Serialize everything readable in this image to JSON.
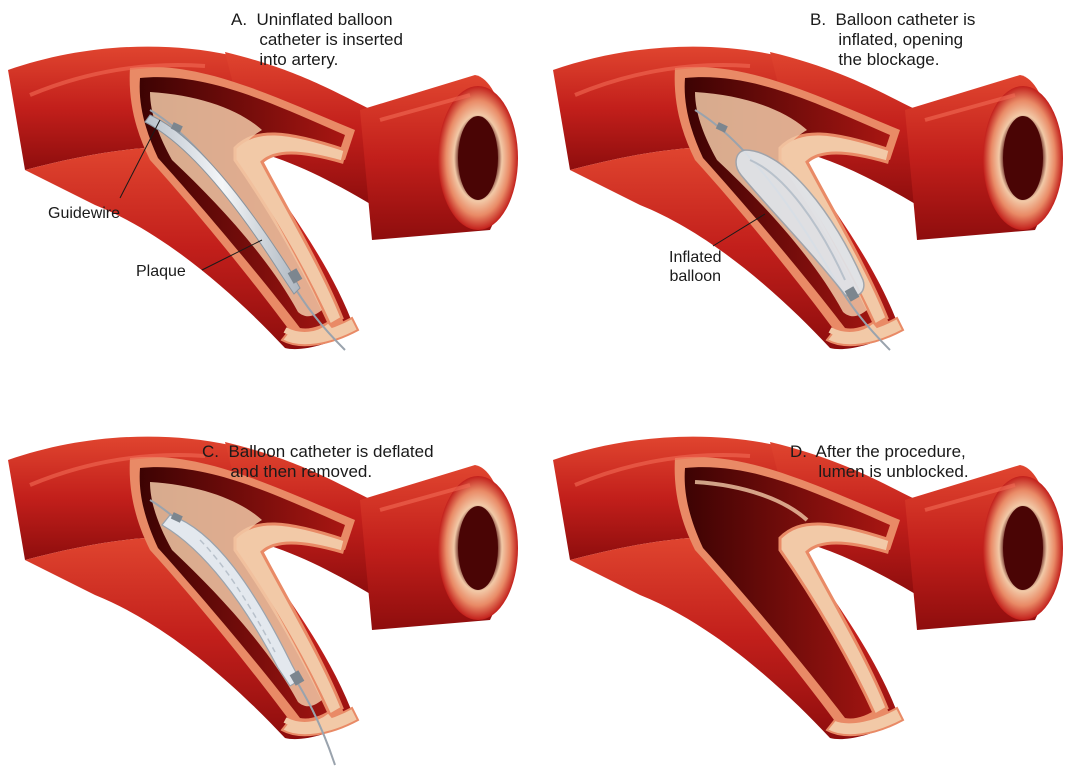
{
  "panels": [
    {
      "caption": "A.  Uninflated balloon\n      catheter is inserted\n      into artery.",
      "labels": {
        "guidewire": "Guidewire",
        "plaque": "Plaque"
      }
    },
    {
      "caption": "B.  Balloon catheter is\n      inflated, opening\n      the blockage.",
      "labels": {
        "balloon": "Inflated\nballoon"
      }
    },
    {
      "caption": "C.  Balloon catheter is deflated\n      and then removed."
    },
    {
      "caption": "D.  After the procedure,\n      lumen is unblocked."
    }
  ],
  "colors": {
    "artery_dark": "#8e0d0d",
    "artery": "#c21f1b",
    "artery_light": "#e0452f",
    "wall_layer": "#e98a66",
    "plaque": "#f2c9a7",
    "lumen_shadow": "#5a0606",
    "catheter": "#d9dfe6",
    "wire": "#9aa3ad"
  }
}
